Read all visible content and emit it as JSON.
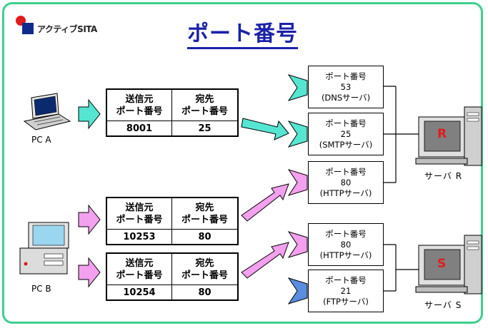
{
  "logo": {
    "text": "アクティブSITA"
  },
  "title": "ポート番号",
  "headers": {
    "src": "送信元\nポート番号",
    "dst": "宛先\nポート番号"
  },
  "clients": [
    {
      "label": "PC A",
      "connections": [
        {
          "src": "8001",
          "dst": "25"
        }
      ]
    },
    {
      "label": "PC B",
      "connections": [
        {
          "src": "10253",
          "dst": "80"
        },
        {
          "src": "10254",
          "dst": "80"
        }
      ]
    }
  ],
  "port_label": "ポート番号",
  "servers": [
    {
      "label": "サーバ R",
      "letter": "R",
      "ports": [
        {
          "number": "53",
          "service": "(DNSサーバ)"
        },
        {
          "number": "25",
          "service": "(SMTPサーバ)"
        },
        {
          "number": "80",
          "service": "(HTTPサーバ)"
        }
      ]
    },
    {
      "label": "サーバ S",
      "letter": "S",
      "ports": [
        {
          "number": "80",
          "service": "(HTTPサーバ)"
        },
        {
          "number": "21",
          "service": "(FTPサーバ)"
        }
      ]
    }
  ],
  "colors": {
    "frame": "#3ecf8e",
    "title": "#1a22a8",
    "cyan_arrow": "#55e6d2",
    "pink_arrow": "#f3a0ee",
    "blue_port": "#5a8de0",
    "server_letter": "#e01b1b"
  }
}
